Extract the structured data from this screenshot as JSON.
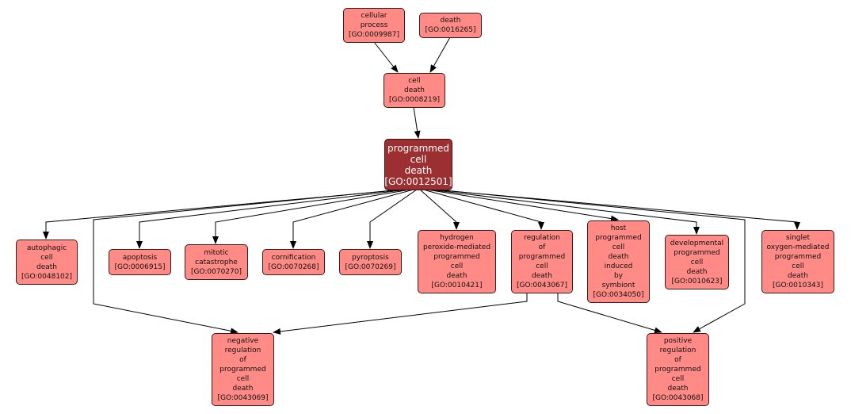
{
  "colors": {
    "node_fill": "#ff8a86",
    "main_fill": "#9c2f31",
    "edge": "#000000"
  },
  "nodes": {
    "cellular_process": "cellular\nprocess\n[GO:0009987]",
    "death": "death\n[GO:0016265]",
    "cell_death": "cell\ndeath\n[GO:0008219]",
    "programmed_cell_death": "programmed\ncell\ndeath\n[GO:0012501]",
    "autophagic": "autophagic\ncell\ndeath\n[GO:0048102]",
    "apoptosis": "apoptosis\n[GO:0006915]",
    "mitotic": "mitotic\ncatastrophe\n[GO:0070270]",
    "cornification": "cornification\n[GO:0070268]",
    "pyroptosis": "pyroptosis\n[GO:0070269]",
    "hydrogen": "hydrogen\nperoxide-mediated\nprogrammed\ncell\ndeath\n[GO:0010421]",
    "regulation": "regulation\nof\nprogrammed\ncell\ndeath\n[GO:0043067]",
    "host": "host\nprogrammed\ncell\ndeath\ninduced\nby\nsymbiont\n[GO:0034050]",
    "developmental": "developmental\nprogrammed\ncell\ndeath\n[GO:0010623]",
    "singlet": "singlet\noxygen-mediated\nprogrammed\ncell\ndeath\n[GO:0010343]",
    "negative": "negative\nregulation\nof\nprogrammed\ncell\ndeath\n[GO:0043069]",
    "positive": "positive\nregulation\nof\nprogrammed\ncell\ndeath\n[GO:0043068]"
  }
}
